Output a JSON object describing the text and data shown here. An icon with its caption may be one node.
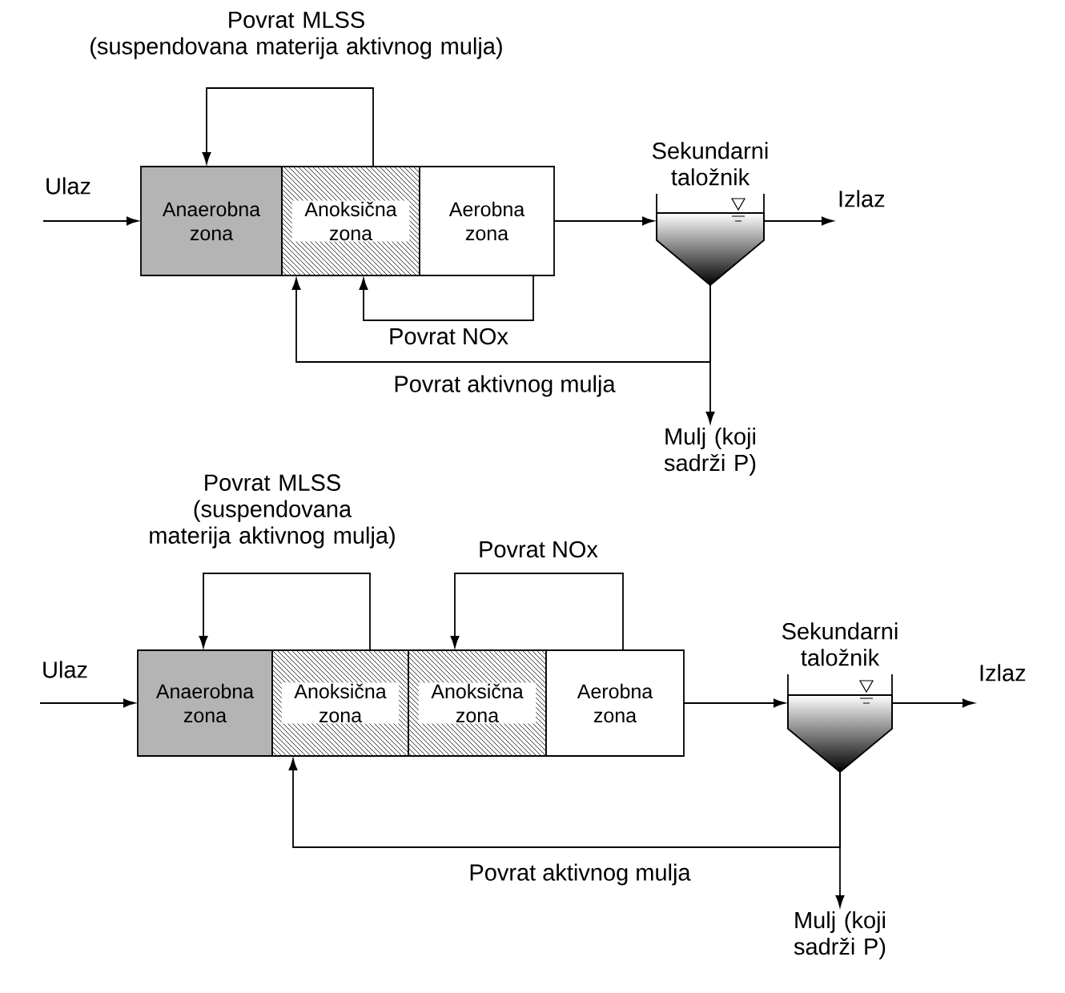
{
  "diagram": {
    "nodes": [
      {
        "text": [
          "Ulaz"
        ]
      },
      {
        "text": [
          "Anaerobna zona"
        ]
      },
      {
        "text": [
          "Anoksična zona"
        ]
      },
      {
        "text": [
          "Aerobna zona"
        ]
      },
      {
        "text": [
          "Sekundarni taložnik"
        ]
      },
      {
        "text": [
          "Izlaz"
        ]
      },
      {
        "text": [
          "Mulj (koji sadrži P)"
        ]
      },
      {
        "text": [
          "Ulaz"
        ]
      },
      {
        "text": [
          "Anaerobna zona"
        ]
      },
      {
        "text": [
          "Anoksična zona"
        ]
      },
      {
        "text": [
          "Anoksična zona"
        ]
      },
      {
        "text": [
          "Aerobna zona"
        ]
      },
      {
        "text": [
          "Sekundarni taložnik"
        ]
      },
      {
        "text": [
          "Izlaz"
        ]
      },
      {
        "text": [
          "Mulj (koji sadrži P)"
        ]
      }
    ],
    "edges": [
      {
        "from": 0,
        "to": 1,
        "arrow": "to"
      },
      {
        "from": 3,
        "to": 4,
        "arrow": "to"
      },
      {
        "from": 4,
        "to": 5,
        "arrow": "to"
      },
      {
        "from": 2,
        "to": 1,
        "arrow": "to",
        "label": "Povrat MLSS (suspendovana materija aktivnog mulja)"
      },
      {
        "from": 3,
        "to": 2,
        "arrow": "to",
        "label": "Povrat NOx"
      },
      {
        "from": 4,
        "to": 2,
        "arrow": "to",
        "label": "Povrat aktivnog mulja"
      },
      {
        "from": 4,
        "to": 6,
        "arrow": "to"
      },
      {
        "from": 7,
        "to": 8,
        "arrow": "to"
      },
      {
        "from": 11,
        "to": 12,
        "arrow": "to"
      },
      {
        "from": 12,
        "to": 13,
        "arrow": "to"
      },
      {
        "from": 9,
        "to": 8,
        "arrow": "to",
        "label": "Povrat MLSS (suspendovana materija aktivnog mulja)"
      },
      {
        "from": 11,
        "to": 10,
        "arrow": "to",
        "label": "Povrat NOx"
      },
      {
        "from": 12,
        "to": 9,
        "arrow": "to",
        "label": "Povrat aktivnog mulja"
      },
      {
        "from": 12,
        "to": 14,
        "arrow": "to"
      }
    ]
  }
}
